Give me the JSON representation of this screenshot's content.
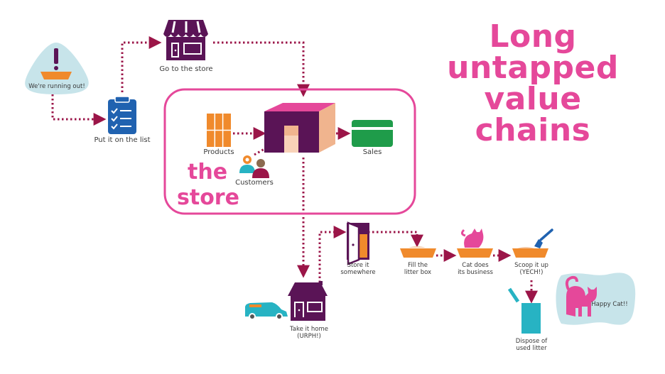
{
  "title": {
    "lines": [
      "Long",
      "untapped",
      "value",
      "chains"
    ],
    "color": "#e5489a"
  },
  "store_region": {
    "label_lines": [
      "the",
      "store"
    ],
    "border_color": "#e5489a"
  },
  "nodes": {
    "running_out": {
      "label": "We're running out!",
      "icon": "litter-tray-alert-icon"
    },
    "put_on_list": {
      "label": "Put it on the list",
      "icon": "clipboard-checklist-icon"
    },
    "go_to_store": {
      "label": "Go to the store",
      "icon": "storefront-icon"
    },
    "products": {
      "label": "Products",
      "icon": "product-shelves-icon"
    },
    "store_cube": {
      "icon": "store-building-icon"
    },
    "customers": {
      "label": "Customers",
      "icon": "customers-icon"
    },
    "sales": {
      "label": "Sales",
      "icon": "credit-card-icon"
    },
    "take_home": {
      "label_lines": [
        "Take it home",
        "(URPH!)"
      ],
      "icon": "house-and-car-icon"
    },
    "store_somewhere": {
      "label_lines": [
        "Store it",
        "somewhere"
      ],
      "icon": "open-door-closet-icon"
    },
    "fill_box": {
      "label_lines": [
        "Fill the",
        "litter box"
      ],
      "icon": "litter-box-icon"
    },
    "cat_business": {
      "label_lines": [
        "Cat does",
        "its business"
      ],
      "icon": "cat-in-litter-box-icon"
    },
    "scoop": {
      "label_lines": [
        "Scoop it up",
        "(YECH!)"
      ],
      "icon": "litter-scoop-icon"
    },
    "dispose": {
      "label_lines": [
        "Dispose of",
        "used litter"
      ],
      "icon": "trash-bin-icon"
    },
    "happy_cat": {
      "label": "Happy Cat!!",
      "icon": "happy-cat-icon"
    }
  },
  "colors": {
    "purple": "#5a1456",
    "arrow": "#9b1548",
    "orange": "#f08a2c",
    "blue": "#2062b0",
    "teal": "#27b3c3",
    "green": "#1f9c4a",
    "pink": "#e5489a",
    "light_blue": "#c7e4ea",
    "peach": "#f0b48e"
  }
}
